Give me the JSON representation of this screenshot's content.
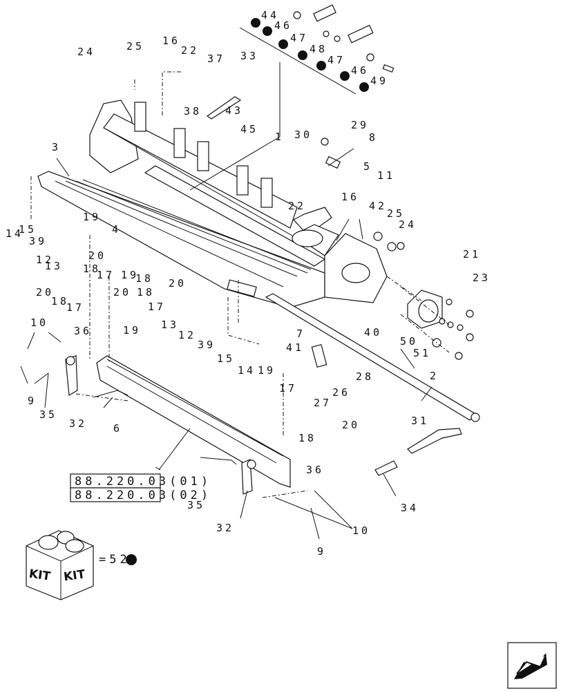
{
  "callouts": [
    "44",
    "46",
    "47",
    "48",
    "47",
    "46",
    "49",
    "24",
    "25",
    "16",
    "22",
    "37",
    "33",
    "38",
    "43",
    "45",
    "1",
    "30",
    "29",
    "8",
    "3",
    "5",
    "11",
    "14",
    "15",
    "39",
    "19",
    "22",
    "16",
    "42",
    "25",
    "24",
    "12",
    "13",
    "4",
    "20",
    "18",
    "17",
    "19",
    "18",
    "20",
    "21",
    "23",
    "20",
    "18",
    "17",
    "20",
    "18",
    "17",
    "19",
    "13",
    "12",
    "39",
    "40",
    "50",
    "51",
    "10",
    "36",
    "7",
    "41",
    "28",
    "15",
    "14",
    "19",
    "26",
    "27",
    "17",
    "2",
    "9",
    "35",
    "32",
    "6",
    "20",
    "18",
    "36",
    "31",
    "35",
    "32",
    "10",
    "9",
    "34"
  ],
  "references": [
    "88.220.03(01)",
    "88.220.03(02)"
  ],
  "kit": {
    "label_left": "KIT",
    "label_right": "KIT",
    "equation": "=52"
  },
  "nav": {
    "arrow_icon": "next-page-arrow-icon"
  },
  "colors": {
    "ink": "#111111",
    "paper": "#ffffff"
  }
}
